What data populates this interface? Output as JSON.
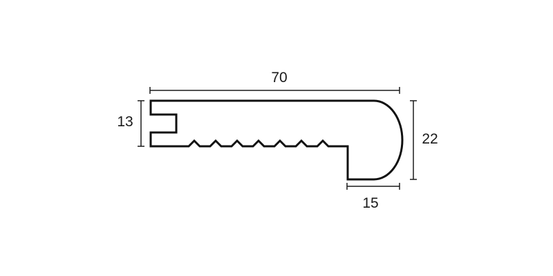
{
  "colors": {
    "stroke": "#111111",
    "dimension": "#1a1a1a",
    "background": "#ffffff"
  },
  "dimensions": {
    "width": "70",
    "height_left": "13",
    "height_right": "22",
    "nose_width": "15"
  }
}
